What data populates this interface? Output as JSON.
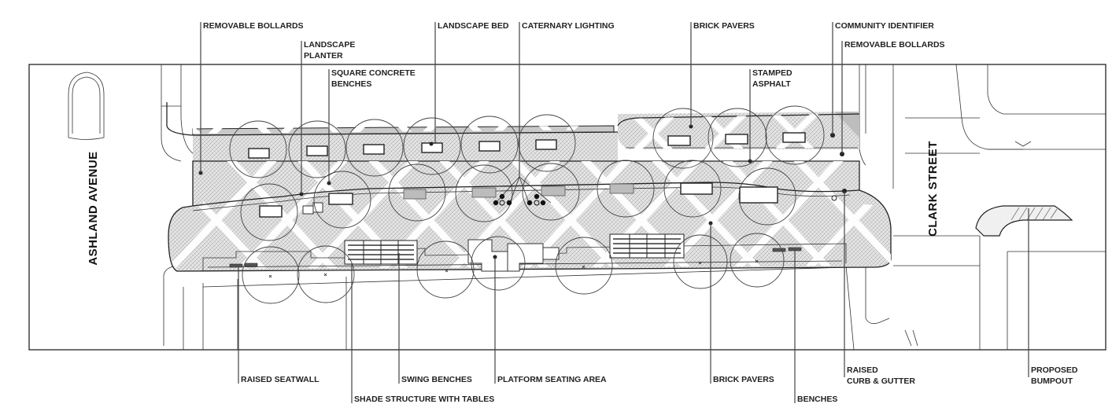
{
  "streets": {
    "west": "ASHLAND AVENUE",
    "east": "CLARK STREET"
  },
  "callouts_top": [
    {
      "id": "removable-bollards-west",
      "lines": [
        "REMOVABLE BOLLARDS"
      ]
    },
    {
      "id": "landscape-planter",
      "lines": [
        "LANDSCAPE",
        "PLANTER"
      ]
    },
    {
      "id": "square-concrete-benches",
      "lines": [
        "SQUARE CONCRETE",
        "BENCHES"
      ]
    },
    {
      "id": "landscape-bed",
      "lines": [
        "LANDSCAPE BED"
      ]
    },
    {
      "id": "caternary-lighting",
      "lines": [
        "CATERNARY LIGHTING"
      ]
    },
    {
      "id": "brick-pavers-top",
      "lines": [
        "BRICK PAVERS"
      ]
    },
    {
      "id": "stamped-asphalt",
      "lines": [
        "STAMPED",
        "ASPHALT"
      ]
    },
    {
      "id": "community-identifier",
      "lines": [
        "COMMUNITY IDENTIFIER"
      ]
    },
    {
      "id": "removable-bollards-east",
      "lines": [
        "REMOVABLE BOLLARDS"
      ]
    }
  ],
  "callouts_bottom": [
    {
      "id": "raised-seatwall",
      "lines": [
        "RAISED SEATWALL"
      ]
    },
    {
      "id": "shade-structure-with-tables",
      "lines": [
        "SHADE STRUCTURE WITH TABLES"
      ]
    },
    {
      "id": "swing-benches",
      "lines": [
        "SWING BENCHES"
      ]
    },
    {
      "id": "platform-seating-area",
      "lines": [
        "PLATFORM SEATING AREA"
      ]
    },
    {
      "id": "brick-pavers-bottom",
      "lines": [
        "BRICK PAVERS"
      ]
    },
    {
      "id": "benches",
      "lines": [
        "BENCHES"
      ]
    },
    {
      "id": "raised-curb-gutter",
      "lines": [
        "RAISED",
        "CURB & GUTTER"
      ]
    },
    {
      "id": "proposed-bumpout",
      "lines": [
        "PROPOSED",
        "BUMPOUT"
      ]
    }
  ],
  "colors": {
    "paving_pattern": "#c8c8c8",
    "pathways": "#ffffff",
    "shaded_band": "#bdbdbd",
    "linework": "#222222",
    "labels": "#222222"
  }
}
